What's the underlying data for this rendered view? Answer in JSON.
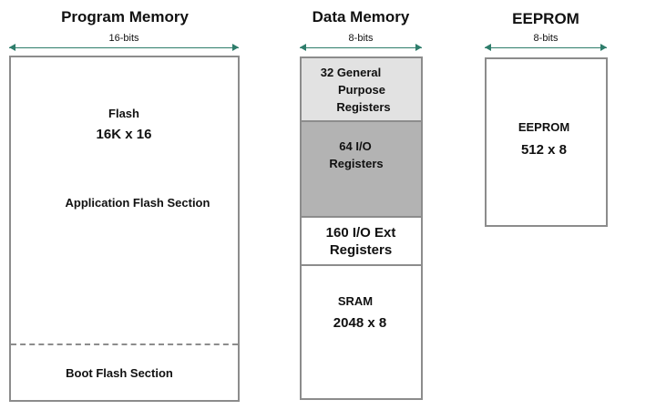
{
  "program_memory": {
    "title": "Program Memory",
    "width_label": "16-bits",
    "flash_label": "Flash",
    "flash_size": "16K x 16",
    "app_section": "Application Flash Section",
    "boot_section": "Boot Flash Section"
  },
  "data_memory": {
    "title": "Data Memory",
    "width_label": "8-bits",
    "gp_registers": [
      "32 General",
      "Purpose",
      "Registers"
    ],
    "io_registers": [
      "64 I/O",
      "Registers"
    ],
    "io_ext_registers": [
      "160 I/O Ext",
      "Registers"
    ],
    "sram_label": "SRAM",
    "sram_size": "2048 x 8"
  },
  "eeprom": {
    "title": "EEPROM",
    "width_label": "8-bits",
    "label": "EEPROM",
    "size": "512 x 8"
  },
  "colors": {
    "gp_fill": "#e2e2e2",
    "io_fill": "#b3b3b3",
    "border": "#8c8c8c",
    "dimension": "#2e7d6b"
  }
}
